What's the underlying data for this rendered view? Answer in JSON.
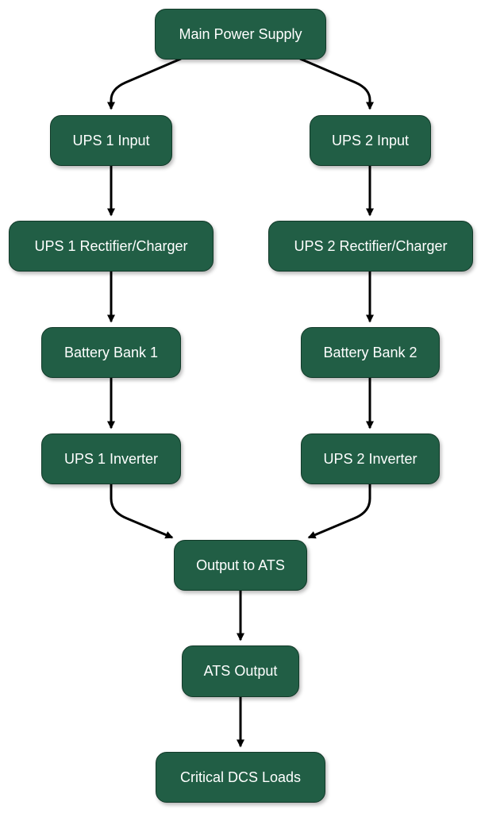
{
  "colors": {
    "node_fill": "#215e45",
    "node_border": "#123a29",
    "node_text": "#ffffff",
    "edge": "#000000"
  },
  "nodes": {
    "main": "Main Power Supply",
    "ups1_input": "UPS 1 Input",
    "ups2_input": "UPS 2 Input",
    "ups1_rect": "UPS 1 Rectifier/Charger",
    "ups2_rect": "UPS 2 Rectifier/Charger",
    "batt1": "Battery Bank 1",
    "batt2": "Battery Bank 2",
    "ups1_inv": "UPS 1 Inverter",
    "ups2_inv": "UPS 2 Inverter",
    "output_ats": "Output to ATS",
    "ats_output": "ATS Output",
    "critical": "Critical DCS Loads"
  }
}
